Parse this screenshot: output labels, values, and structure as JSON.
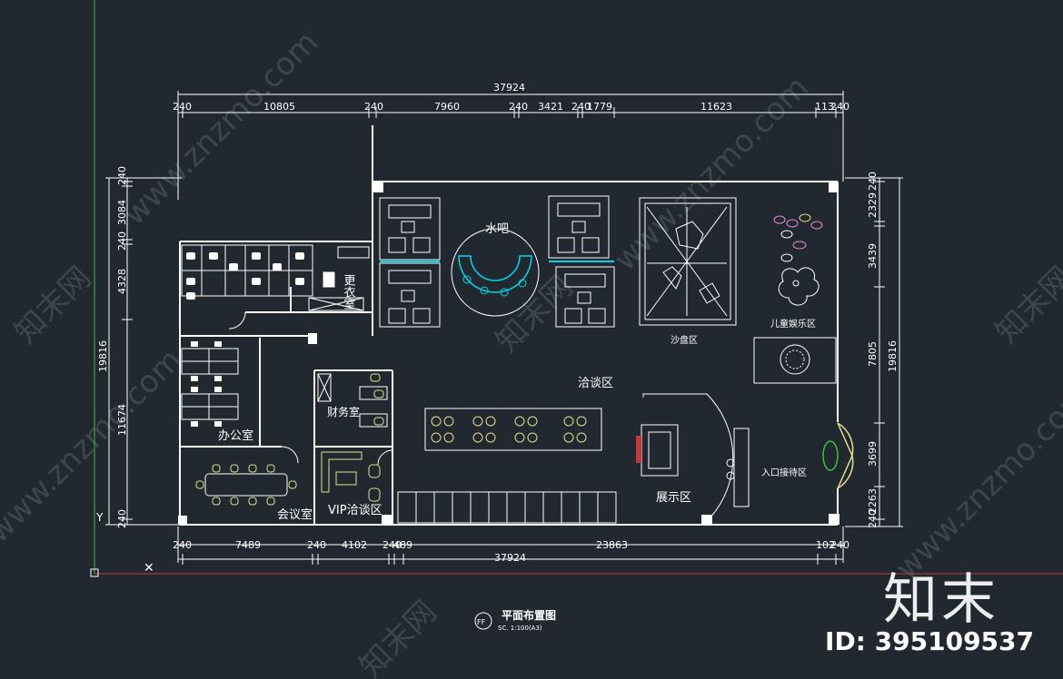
{
  "dims": {
    "overall_top": "37924",
    "overall_bottom": "37924",
    "top_segments": [
      "240",
      "10805",
      "240",
      "7960",
      "240",
      "3421",
      "240",
      "1779",
      "11623",
      "113",
      "240"
    ],
    "bottom_segments": [
      "240",
      "7489",
      "240",
      "4102",
      "240",
      "489",
      "23863",
      "102",
      "240"
    ],
    "left_total": "19816",
    "left_segments": [
      "240",
      "3084",
      "240",
      "4328",
      "11674",
      "240"
    ],
    "right_total": "19816",
    "right_segments": [
      "2329",
      "240",
      "3439",
      "7805",
      "3699",
      "2263",
      "240"
    ]
  },
  "rooms": {
    "water_bar": "水吧",
    "changing_room": "更衣室",
    "sand_table": "沙盘区",
    "kids_zone": "儿童娱乐区",
    "negotiation": "洽谈区",
    "finance": "财务室",
    "office": "办公室",
    "meeting": "会议室",
    "vip_negotiation": "VIP洽谈区",
    "exhibition": "展示区",
    "reception": "入口接待区"
  },
  "title": {
    "main": "平面布置图",
    "scale": "SC. 1:100(A3)",
    "marker": "FF"
  },
  "watermark": {
    "brand": "知末",
    "id": "ID: 395109537",
    "url": "www.znzmo.com",
    "site": "知末网"
  },
  "colors": {
    "background": "#212830",
    "wall": "#ffffff",
    "dimension": "#ffffff",
    "furniture_yellow": "#e6e08a",
    "cyan": "#00d8e8",
    "grid_line": "#c23a3a",
    "green_axis": "#3ac23a",
    "kids_pink": "#e890d8"
  }
}
